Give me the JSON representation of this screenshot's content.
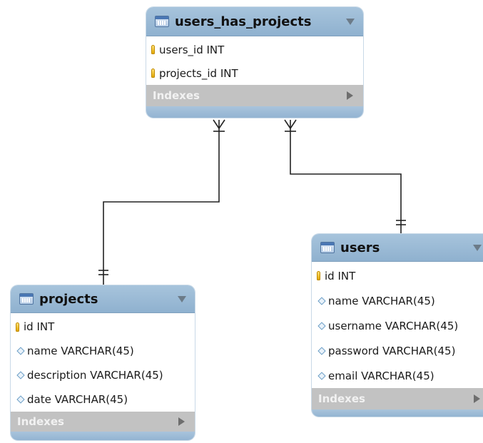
{
  "diagram": {
    "tables": [
      {
        "name": "users_has_projects",
        "columns": [
          {
            "kind": "key",
            "text": "users_id INT"
          },
          {
            "kind": "key",
            "text": "projects_id INT"
          }
        ],
        "indexes_label": "Indexes"
      },
      {
        "name": "projects",
        "columns": [
          {
            "kind": "key",
            "text": "id INT"
          },
          {
            "kind": "attribute",
            "text": "name VARCHAR(45)"
          },
          {
            "kind": "attribute",
            "text": "description VARCHAR(45)"
          },
          {
            "kind": "attribute",
            "text": "date VARCHAR(45)"
          }
        ],
        "indexes_label": "Indexes"
      },
      {
        "name": "users",
        "columns": [
          {
            "kind": "key",
            "text": "id INT"
          },
          {
            "kind": "attribute",
            "text": "name VARCHAR(45)"
          },
          {
            "kind": "attribute",
            "text": "username VARCHAR(45)"
          },
          {
            "kind": "attribute",
            "text": "password VARCHAR(45)"
          },
          {
            "kind": "attribute",
            "text": "email VARCHAR(45)"
          }
        ],
        "indexes_label": "Indexes"
      }
    ],
    "relationships": [
      {
        "from": "users_has_projects",
        "to": "projects",
        "from_cardinality": "many",
        "to_cardinality": "one"
      },
      {
        "from": "users_has_projects",
        "to": "users",
        "from_cardinality": "many",
        "to_cardinality": "one"
      }
    ],
    "icons": {
      "table": "table-icon",
      "collapse": "chevron-down-icon",
      "expand": "chevron-right-icon",
      "primary_key": "key-icon",
      "attribute": "diamond-icon"
    }
  }
}
